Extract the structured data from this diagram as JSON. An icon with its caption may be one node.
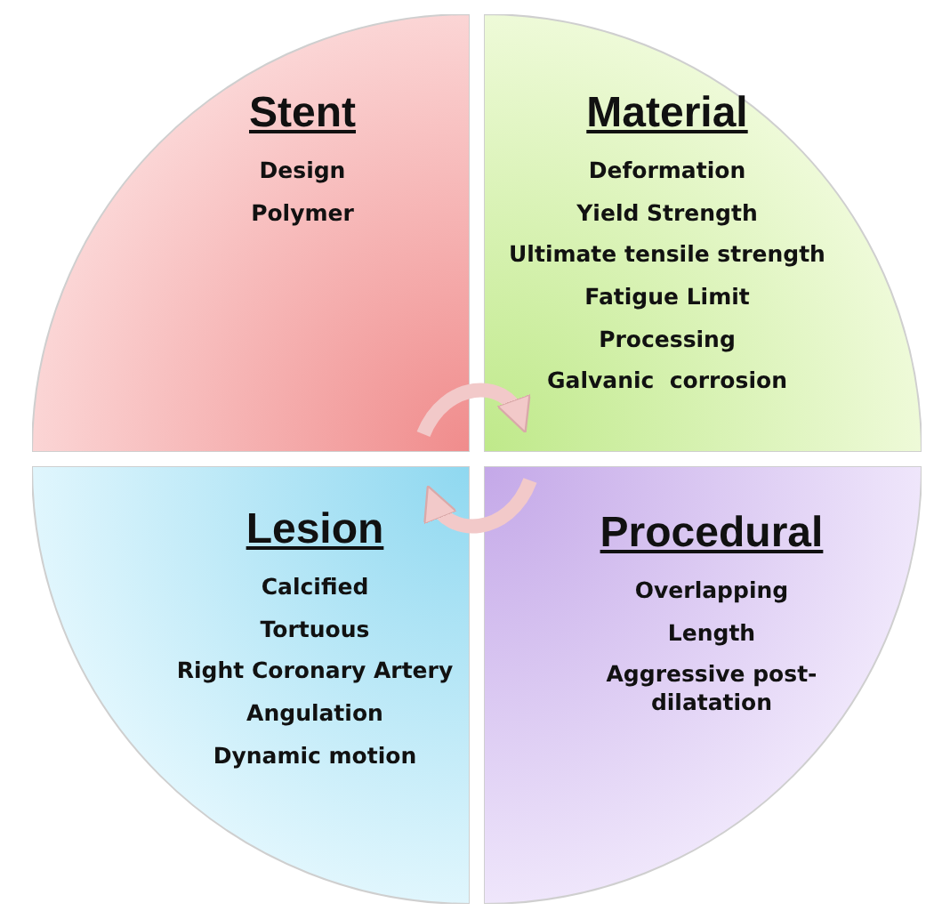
{
  "diagram": {
    "nodes": [
      {
        "text": [
          "Stent",
          "Design",
          "Polymer"
        ]
      },
      {
        "text": [
          "Material",
          "Deformation",
          "Yield Strength",
          "Ultimate tensile strength",
          "Fatigue Limit",
          "Processing",
          "Galvanic  corrosion"
        ]
      },
      {
        "text": [
          "Lesion",
          "Calcified",
          "Tortuous",
          "Right Coronary Artery",
          "Angulation",
          "Dynamic motion"
        ]
      },
      {
        "text": [
          "Procedural",
          "Overlapping",
          "Length",
          "Aggressive post-dilatation"
        ]
      }
    ],
    "edges": [
      {
        "from": 0,
        "to": 1,
        "arrow": "to"
      },
      {
        "from": 3,
        "to": 2,
        "arrow": "to"
      }
    ]
  }
}
